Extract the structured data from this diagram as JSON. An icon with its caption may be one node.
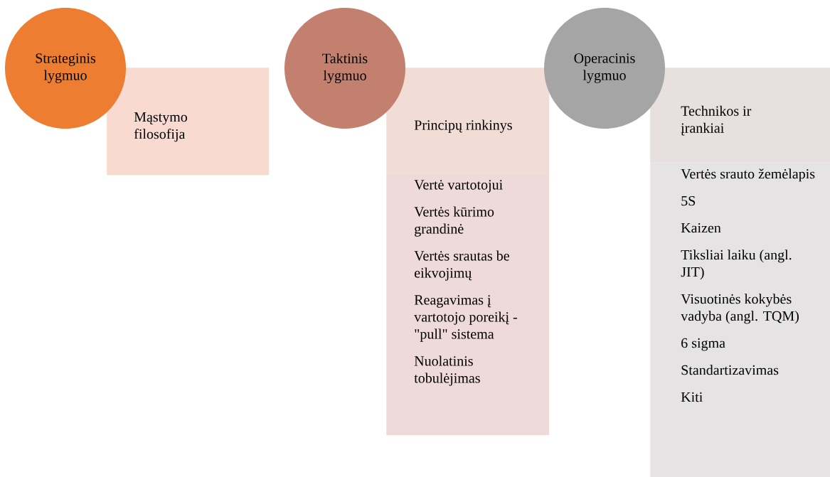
{
  "diagram": {
    "nodes": [
      {
        "text": [
          "Strateginis lygmuo"
        ]
      },
      {
        "text": [
          "Mąstymo filosofija"
        ]
      },
      {
        "text": [
          "Taktinis lygmuo"
        ]
      },
      {
        "text": [
          "Principų rinkinys"
        ]
      },
      {
        "text": [
          "Vertė vartotojui",
          "Vertės kūrimo grandinė",
          "Vertės srautas be eikvojimų",
          "Reagavimas į vartotojo poreikį - \"pull\" sistema",
          "Nuolatinis tobulėjimas"
        ]
      },
      {
        "text": [
          "Operacinis lygmuo"
        ]
      },
      {
        "text": [
          "Technikos ir įrankiai"
        ]
      },
      {
        "text": [
          "Vertės srauto žemėlapis",
          "5S",
          "Kaizen",
          "Tiksliai laiku (angl. JIT)",
          "Visuotinės kokybės vadyba (angl. TQM)",
          "6 sigma",
          "Standartizavimas",
          "Kiti"
        ]
      }
    ]
  }
}
